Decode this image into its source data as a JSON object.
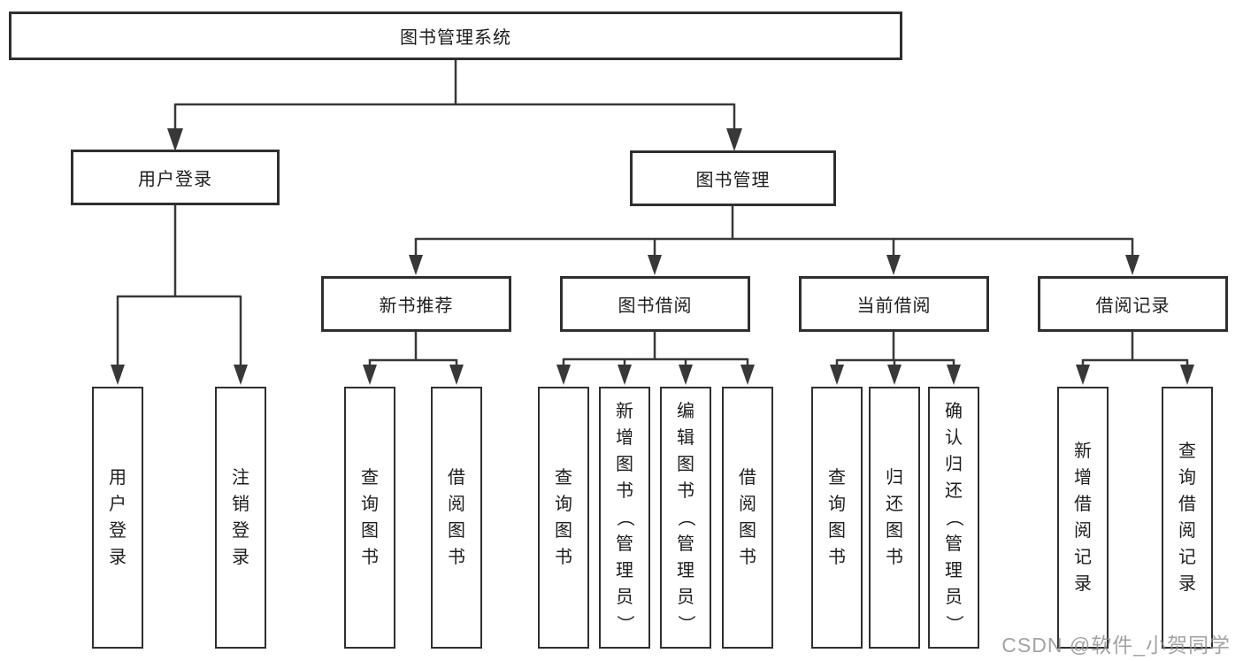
{
  "tree": {
    "root": "图书管理系统",
    "branches": [
      {
        "label": "用户登录",
        "children": [
          "用户登录",
          "注销登录"
        ]
      },
      {
        "label": "图书管理",
        "groups": [
          {
            "label": "新书推荐",
            "children": [
              "查询图书",
              "借阅图书"
            ]
          },
          {
            "label": "图书借阅",
            "children": [
              "查询图书",
              "新增图书（管理员）",
              "编辑图书（管理员）",
              "借阅图书"
            ]
          },
          {
            "label": "当前借阅",
            "children": [
              "查询图书",
              "归还图书",
              "确认归还（管理员）"
            ]
          },
          {
            "label": "借阅记录",
            "children": [
              "新增借阅记录",
              "查询借阅记录"
            ]
          }
        ]
      }
    ]
  },
  "watermark": "CSDN @软件_小贺同学",
  "colors": {
    "line": "#383838",
    "box_border": "#2f2f2f",
    "text": "#1d1d1d",
    "watermark": "#8f8f8f",
    "background": "#ffffff"
  }
}
